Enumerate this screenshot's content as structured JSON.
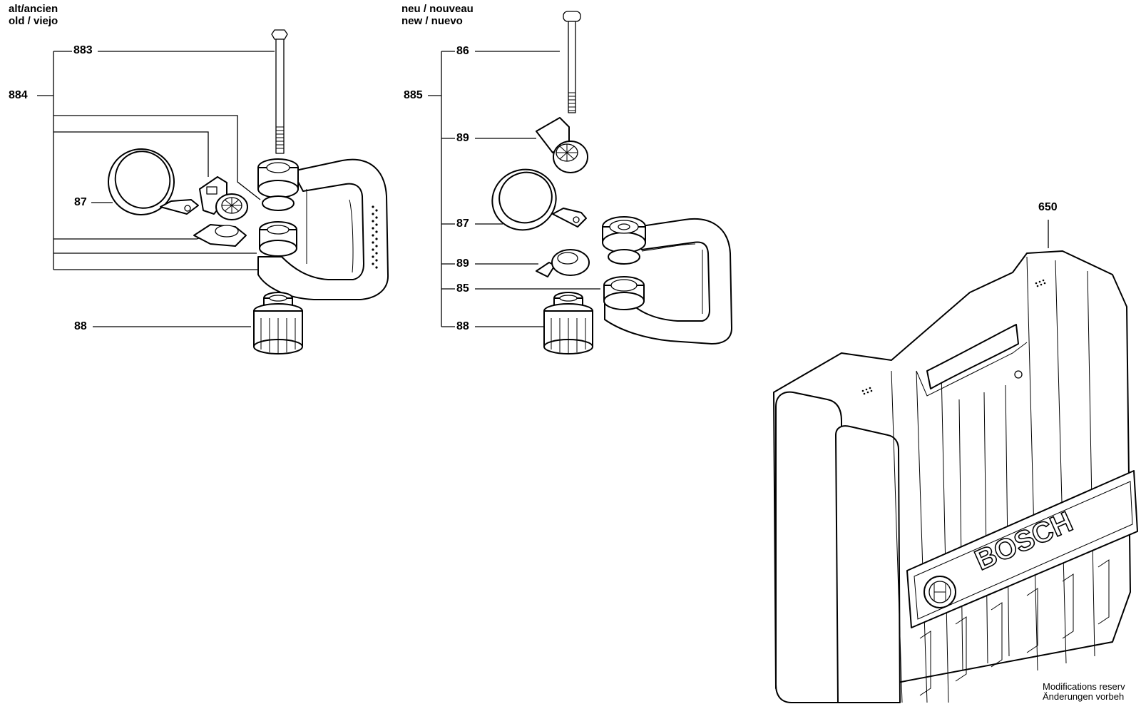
{
  "headers": {
    "old_line1": "alt/ancien",
    "old_line2": "old / viejo",
    "new_line1": "neu / nouveau",
    "new_line2": "new / nuevo"
  },
  "old_assembly": {
    "labels": {
      "bolt": "883",
      "kit": "884",
      "band": "87",
      "knob": "88"
    }
  },
  "new_assembly": {
    "labels": {
      "bolt": "86",
      "kit": "885",
      "clamp_upper": "89",
      "band": "87",
      "clamp_lower": "89",
      "handle": "85",
      "knob": "88"
    }
  },
  "case": {
    "label": "650",
    "brand": "BOSCH"
  },
  "footer": {
    "line1": "Modifications reserv",
    "line2": "Änderungen vorbeh"
  }
}
